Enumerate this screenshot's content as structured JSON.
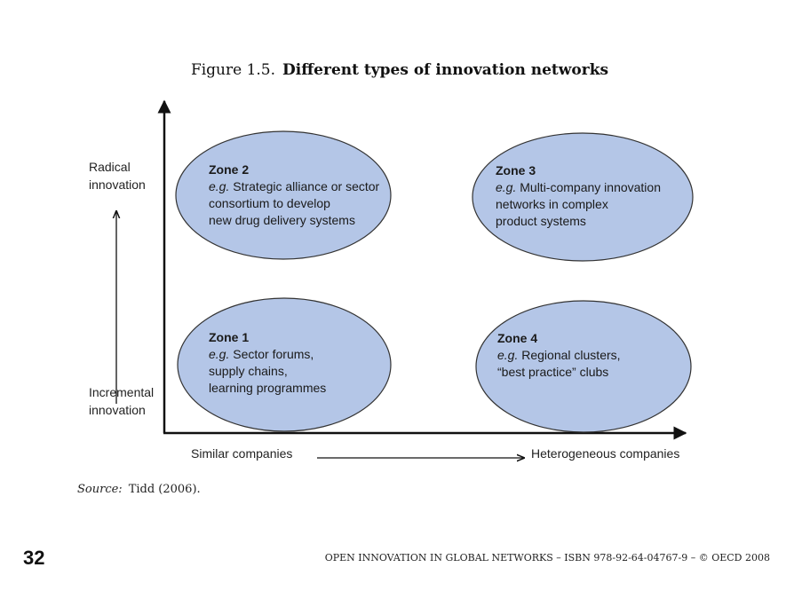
{
  "figure": {
    "number": "Figure 1.5.",
    "title": "Different types of innovation networks",
    "ellipse_fill": "#b4c6e7"
  },
  "y_axis": {
    "top_label": [
      "Radical",
      "innovation"
    ],
    "bottom_label": [
      "Incremental",
      "innovation"
    ]
  },
  "x_axis": {
    "left_label": "Similar companies",
    "right_label": "Heterogeneous companies"
  },
  "zones": [
    {
      "name": "Zone 1",
      "eg": "e.g.",
      "lines": [
        "Sector forums,",
        "supply chains,",
        "learning programmes"
      ]
    },
    {
      "name": "Zone 2",
      "eg": "e.g.",
      "lines": [
        "Strategic alliance or sector",
        "consortium to develop",
        "new drug delivery systems"
      ]
    },
    {
      "name": "Zone 3",
      "eg": "e.g.",
      "lines": [
        "Multi-company innovation",
        "networks in complex",
        "product systems"
      ]
    },
    {
      "name": "Zone 4",
      "eg": "e.g.",
      "lines": [
        "Regional clusters,",
        "“best practice” clubs"
      ]
    }
  ],
  "source": {
    "label": "Source:",
    "text": "Tidd (2006)."
  },
  "footer": {
    "page_number": "32",
    "running_text": "OPEN INNOVATION IN GLOBAL NETWORKS – ISBN 978-92-64-04767-9 – © OECD 2008"
  }
}
